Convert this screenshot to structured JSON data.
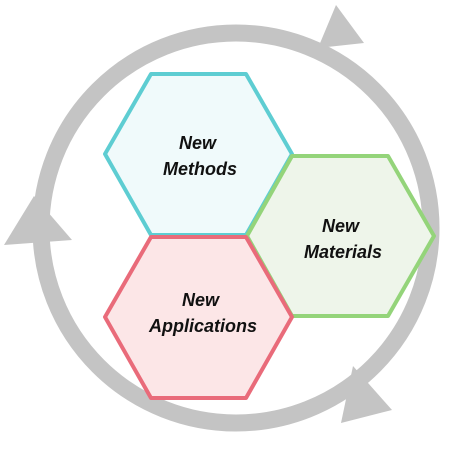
{
  "cycle": {
    "ring_color": "#c4c4c4"
  },
  "hexagons": [
    {
      "id": "methods",
      "lines": [
        "New",
        "Methods"
      ],
      "stroke": "#5ecdd2",
      "fill": "#f0fafb"
    },
    {
      "id": "materials",
      "lines": [
        "New",
        "Materials"
      ],
      "stroke": "#94d47a",
      "fill": "#eef5ea"
    },
    {
      "id": "applications",
      "lines": [
        "New",
        "Applications"
      ],
      "stroke": "#e96b7a",
      "fill": "#fce6e7"
    }
  ]
}
